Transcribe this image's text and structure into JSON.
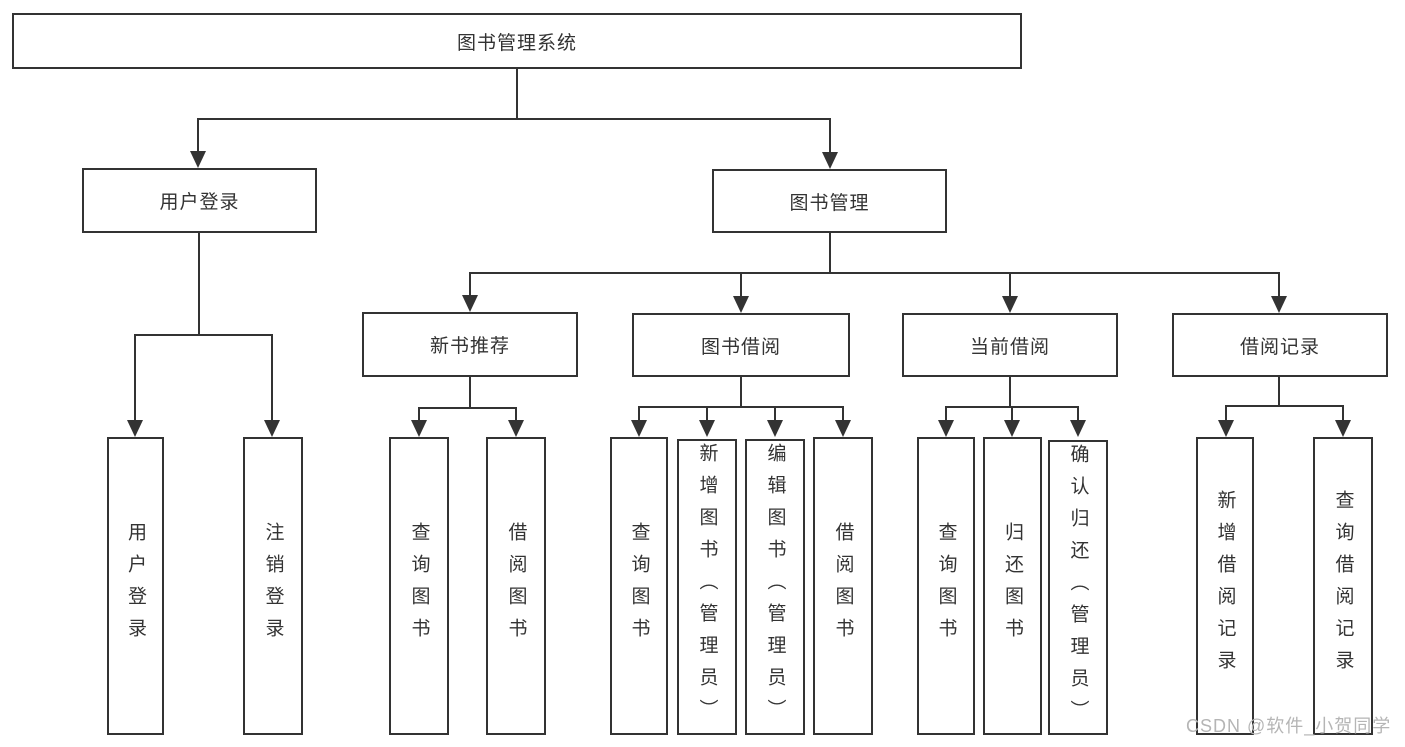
{
  "colors": {
    "line": "#333333",
    "box_border": "#333333",
    "text": "#333333",
    "watermark": "#b5b5b5",
    "background": "#ffffff"
  },
  "watermark": {
    "text": "CSDN @软件_小贺同学"
  },
  "nodes": {
    "root": {
      "label": "图书管理系统"
    },
    "level2": [
      {
        "label": "用户登录"
      },
      {
        "label": "图书管理"
      }
    ],
    "level3": [
      {
        "label": "新书推荐"
      },
      {
        "label": "图书借阅"
      },
      {
        "label": "当前借阅"
      },
      {
        "label": "借阅记录"
      }
    ],
    "level4": {
      "user_login": [
        "用户登录",
        "注销登录"
      ],
      "new_book_recommendation": [
        "查询图书",
        "借阅图书"
      ],
      "book_borrowing": [
        "查询图书",
        "新增图书（管理员）",
        "编辑图书（管理员）",
        "借阅图书"
      ],
      "current_borrowing": [
        "查询图书",
        "归还图书",
        "确认归还（管理员）"
      ],
      "borrowing_records": [
        "新增借阅记录",
        "查询借阅记录"
      ]
    }
  }
}
